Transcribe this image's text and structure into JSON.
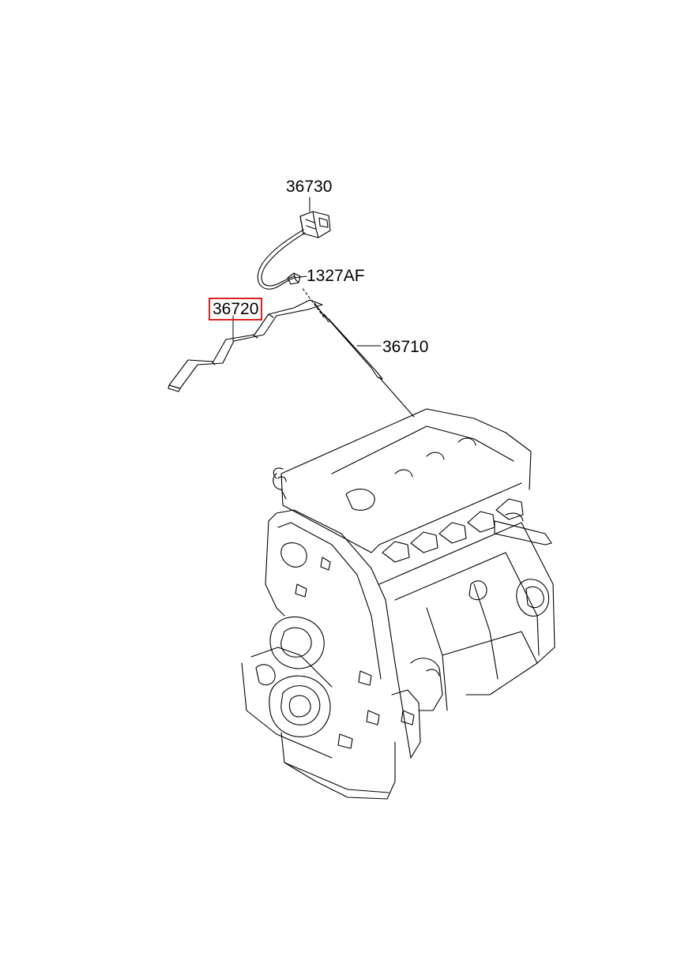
{
  "parts": {
    "p36730": {
      "number": "36730"
    },
    "p1327AF": {
      "number": "1327AF"
    },
    "p36720": {
      "number": "36720",
      "highlighted": true
    },
    "p36710": {
      "number": "36710"
    }
  },
  "colors": {
    "line": "#000000",
    "highlight": "#e02020",
    "background": "#ffffff"
  }
}
